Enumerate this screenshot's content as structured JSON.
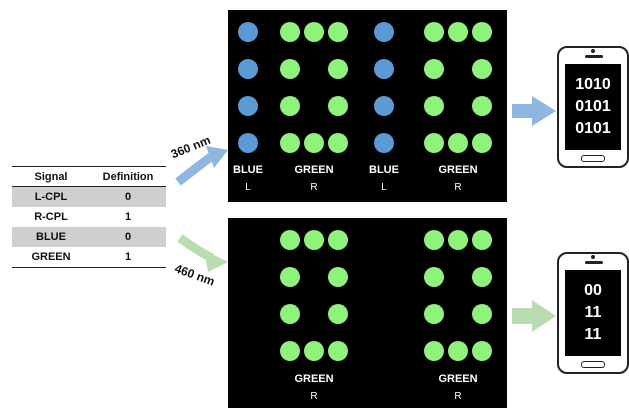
{
  "table": {
    "headers": [
      "Signal",
      "Definition"
    ],
    "rows": [
      {
        "signal": "L-CPL",
        "definition": "0"
      },
      {
        "signal": "R-CPL",
        "definition": "1"
      },
      {
        "signal": "BLUE",
        "definition": "0"
      },
      {
        "signal": "GREEN",
        "definition": "1"
      }
    ]
  },
  "wavelengths": {
    "top": "360 nm",
    "bottom": "460 nm"
  },
  "panel_top": {
    "labels": [
      "BLUE",
      "GREEN",
      "BLUE",
      "GREEN"
    ],
    "subs": [
      "L",
      "R",
      "L",
      "R"
    ]
  },
  "panel_bottom": {
    "labels": [
      "GREEN",
      "GREEN"
    ],
    "subs": [
      "R",
      "R"
    ]
  },
  "phone_top": {
    "lines": [
      "1010",
      "0101",
      "0101"
    ]
  },
  "phone_bottom": {
    "lines": [
      "00",
      "11",
      "11"
    ]
  },
  "colors": {
    "blue_dot": "#5b9ad5",
    "green_dot": "#8ef27b",
    "blue_arrow": "#8fb6df",
    "green_arrow": "#b9ddb0"
  }
}
